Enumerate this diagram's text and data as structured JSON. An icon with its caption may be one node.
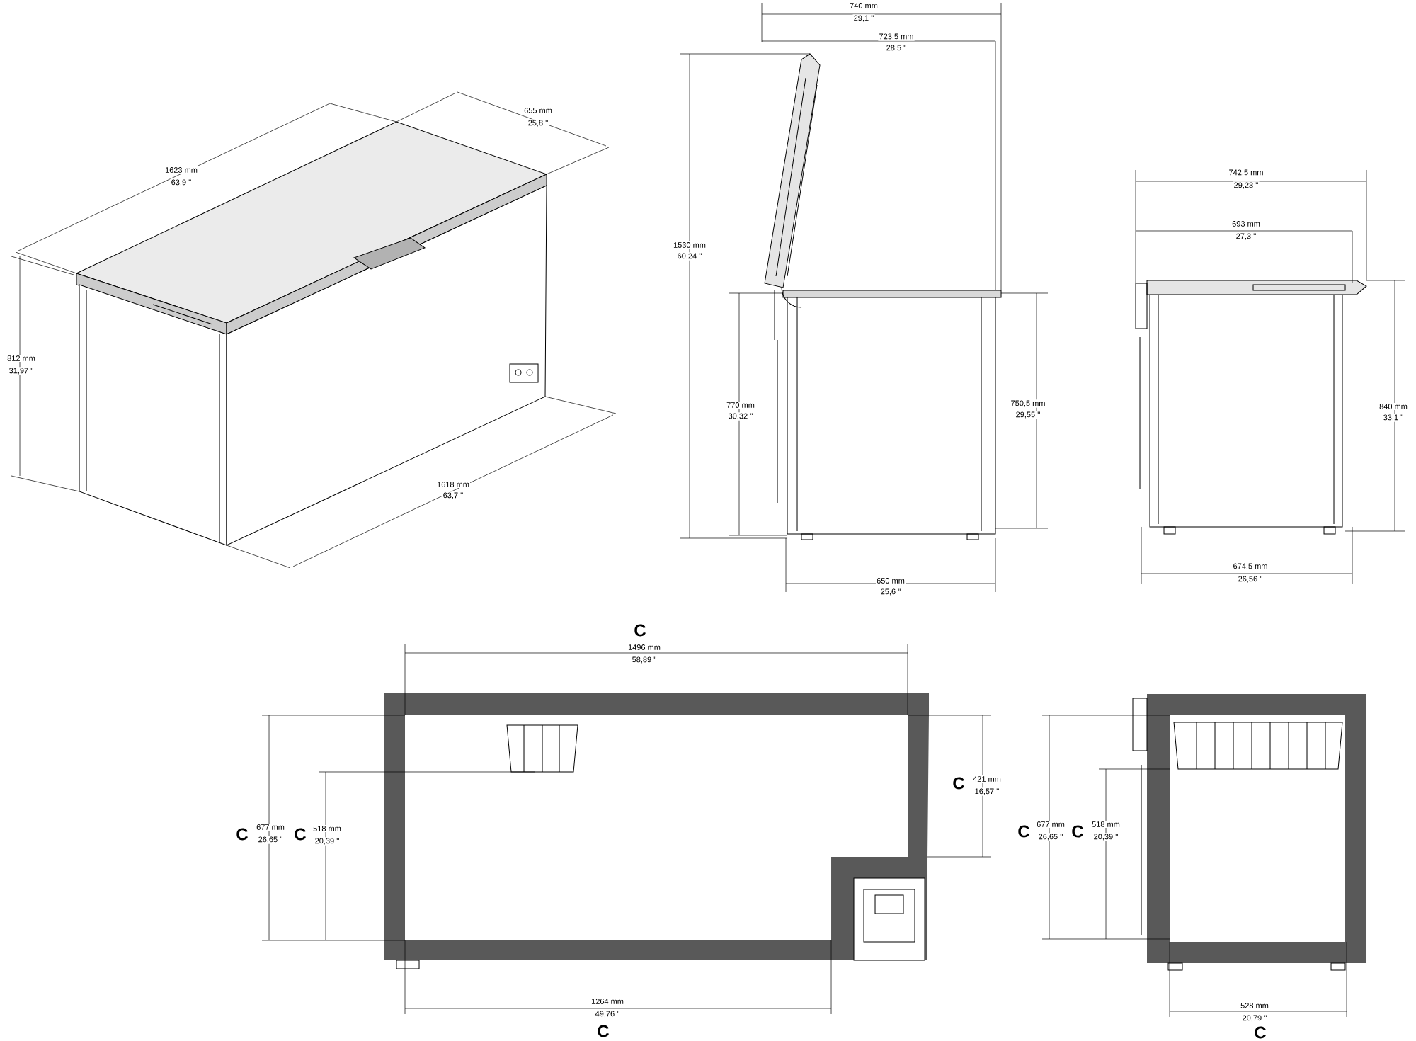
{
  "diagram": {
    "labels": [
      "740 mm",
      "29,1 ''",
      "723,5 mm",
      "28,5 ''",
      "655 mm",
      "25,8 ''",
      "1623 mm",
      "63,9 ''",
      "742,5 mm",
      "29,23 ''",
      "693 mm",
      "27,3 ''",
      "1530 mm",
      "60,24 ''",
      "812 mm",
      "31,97 ''",
      "770 mm",
      "30,32 ''",
      "750,5 mm",
      "29,55 ''",
      "840 mm",
      "33,1 ''",
      "1618 mm",
      "63,7 ''",
      "674,5 mm",
      "26,56 ''",
      "650 mm",
      "25,6 ''",
      "C",
      "1496 mm",
      "58,89 ''",
      "C",
      "421 mm",
      "16,57 ''",
      "C",
      "677 mm",
      "26,65 ''",
      "C",
      "518 mm",
      "20,39 ''",
      "C",
      "677 mm",
      "26,65 ''",
      "C",
      "518 mm",
      "20,39 ''",
      "1264 mm",
      "49,76 ''",
      "528 mm",
      "20,79 ''",
      "C",
      "C"
    ]
  }
}
